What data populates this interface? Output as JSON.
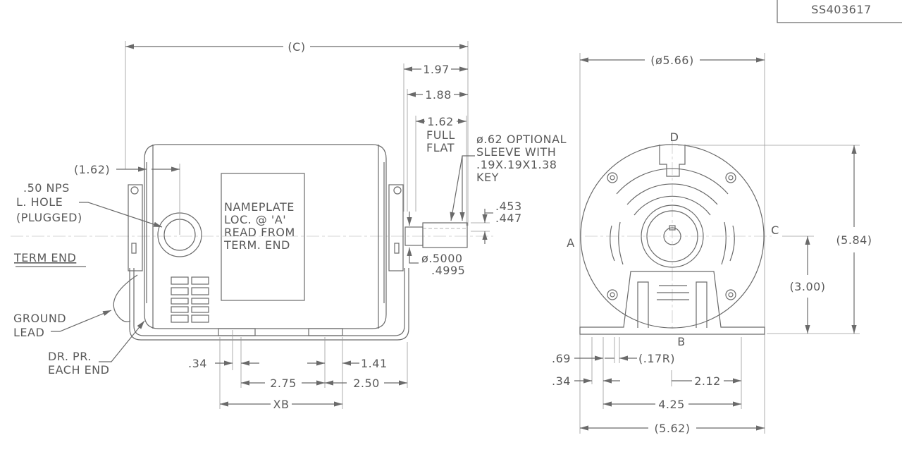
{
  "title_block": {
    "part_number": "SS403617"
  },
  "side_view": {
    "overall_length": "(C)",
    "dim_1_97": "1.97",
    "dim_1_88": "1.88",
    "dim_1_62": "1.62",
    "full_flat": [
      "FULL",
      "FLAT"
    ],
    "sleeve_note": [
      "ø.62 OPTIONAL",
      "SLEEVE WITH",
      ".19X.19X1.38",
      "KEY"
    ],
    "key_dim_top": ".453",
    "key_dim_bottom": ".447",
    "shaft_dia_top": "ø.5000",
    "shaft_dia_bottom": ".4995",
    "hole_offset": "(1.62)",
    "hole_note": [
      ".50 NPS",
      "L. HOLE",
      "(PLUGGED)"
    ],
    "term_end": "TERM END",
    "nameplate": [
      "NAMEPLATE",
      "LOC. @ 'A'",
      "READ FROM",
      "TERM. END"
    ],
    "ground_lead": [
      "GROUND",
      "LEAD"
    ],
    "drain_note": [
      "DR. PR.",
      "EACH END"
    ],
    "dim_034": ".34",
    "dim_141": "1.41",
    "dim_275": "2.75",
    "dim_250": "2.50",
    "dim_xb": "XB"
  },
  "end_view": {
    "diameter": "(ø5.66)",
    "label_a": "A",
    "label_b": "B",
    "label_c": "C",
    "label_d": "D",
    "height_total": "(5.84)",
    "shaft_height": "(3.00)",
    "dim_069": ".69",
    "dim_034": ".34",
    "slot_radius": "(.17R)",
    "dim_212": "2.12",
    "dim_425": "4.25",
    "base_width": "(5.62)"
  }
}
